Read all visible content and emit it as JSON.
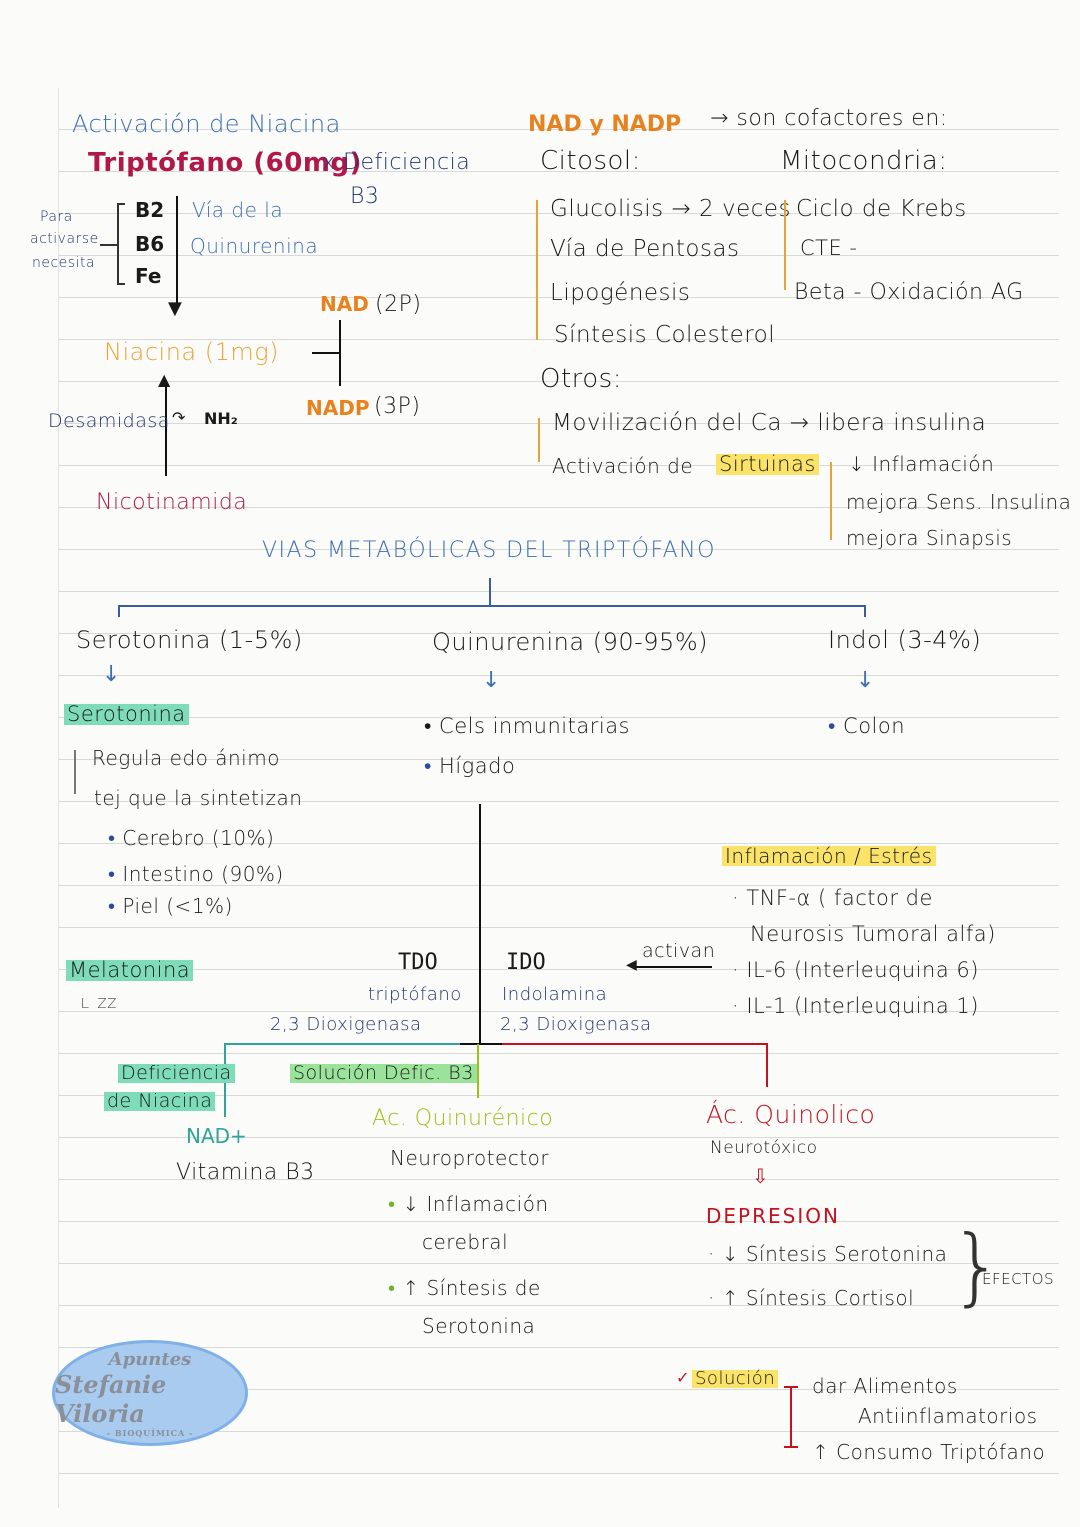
{
  "activation": {
    "title": "Activación de Niacina",
    "tryptophan": "Triptófano (60mg)",
    "deficiency": "x Deficiencia",
    "deficiency_vit": "B3",
    "needs_label": [
      "Para",
      "activarse",
      "necesita"
    ],
    "cofactors": [
      "B2",
      "B6",
      "Fe"
    ],
    "pathway": [
      "Vía de la",
      "Quinurenina"
    ],
    "nad": "NAD",
    "nad_note": "(2P)",
    "nadp": "NADP",
    "nadp_note": "(3P)",
    "niacin": "Niacina (1mg)",
    "enzyme": "Desamidasa",
    "nh2": "NH₂",
    "nicotinamide": "Nicotinamida"
  },
  "cofactors_section": {
    "heading_a": "NAD y NADP",
    "heading_b": "→ son cofactores en:",
    "cytosol_title": "Citosol:",
    "cytosol_items": [
      "Glucolisis → 2 veces",
      "Vía de Pentosas",
      "Lipogénesis",
      "Síntesis Colesterol"
    ],
    "mito_title": "Mitocondria:",
    "mito_items": [
      "Ciclo de Krebs",
      "CTE -",
      "Beta - Oxidación AG"
    ],
    "others_title": "Otros:",
    "others_items": [
      "Movilización del Ca → libera insulina",
      "Activación de"
    ],
    "sirtuins": "Sirtuinas",
    "sirtuin_effects": [
      "↓ Inflamación",
      "mejora Sens. Insulina",
      "mejora Sinapsis"
    ]
  },
  "pathways": {
    "title": "VIAS METABÓLICAS DEL TRIPTÓFANO",
    "branches": [
      {
        "name": "Serotonina (1-5%)",
        "items": []
      },
      {
        "name": "Quinurenina (90-95%)",
        "items": [
          "Cels inmunitarias",
          "Hígado"
        ]
      },
      {
        "name": "Indol (3-4%)",
        "items": [
          "Colon"
        ]
      }
    ],
    "serotonin": {
      "label": "Serotonina",
      "notes": [
        "Regula edo ánimo",
        "tej que la sintetizan"
      ],
      "tissues": [
        "Cerebro (10%)",
        "Intestino (90%)",
        "Piel (<1%)"
      ],
      "melatonin": "Melatonina",
      "sleep": "zz"
    },
    "enzymes": {
      "tdo": "TDO",
      "tdo_full": [
        "triptófano",
        "2,3 Dioxigenasa"
      ],
      "ido": "IDO",
      "ido_full": [
        "Indolamina",
        "2,3 Dioxigenasa"
      ],
      "activate": "activan"
    },
    "inflammation": {
      "title": "Inflamación / Estrés",
      "items": [
        "· TNF-α ( factor de",
        "Neurosis Tumoral alfa)",
        "· IL-6 (Interleuquina 6)",
        "· IL-1 (Interleuquina 1)"
      ]
    },
    "left_branch": {
      "deficiency": [
        "Deficiencia",
        "de Niacina"
      ],
      "solution": "Solución Defic. B3",
      "nad_plus": "NAD+",
      "vitamin": "Vitamina B3"
    },
    "kynurenic": {
      "title": "Ac. Quinurénico",
      "role": "Neuroprotector",
      "effects": [
        "↓ Inflamación",
        "cerebral",
        "↑ Síntesis de",
        "Serotonina"
      ]
    },
    "quinolinic": {
      "title": "Ác. Quinolico",
      "role": "Neurotóxico",
      "result": "DEPRESION",
      "effects": [
        "· ↓ Síntesis Serotonina",
        "· ↑ Síntesis Cortisol"
      ],
      "effects_label": "EFECTOS",
      "solution": "Solución",
      "solution_items": [
        "dar Alimentos",
        "Antiinflamatorios",
        "↑ Consumo Triptófano"
      ]
    }
  },
  "watermark": {
    "line1": "Apuntes",
    "line2": "Stefanie Viloria",
    "line3": "- BIOQUÍMICA -"
  },
  "colors": {
    "title_blue": "#3b6fb0",
    "tryptophan": "#b0174a",
    "nad": "#e8821e",
    "quinolinic_red": "#c4121f",
    "kynurenic_lime": "#9fbf1a",
    "teal_branch": "#2fa59a",
    "highlight_yellow": "#fbe36a",
    "highlight_green": "#7fdcb8"
  }
}
